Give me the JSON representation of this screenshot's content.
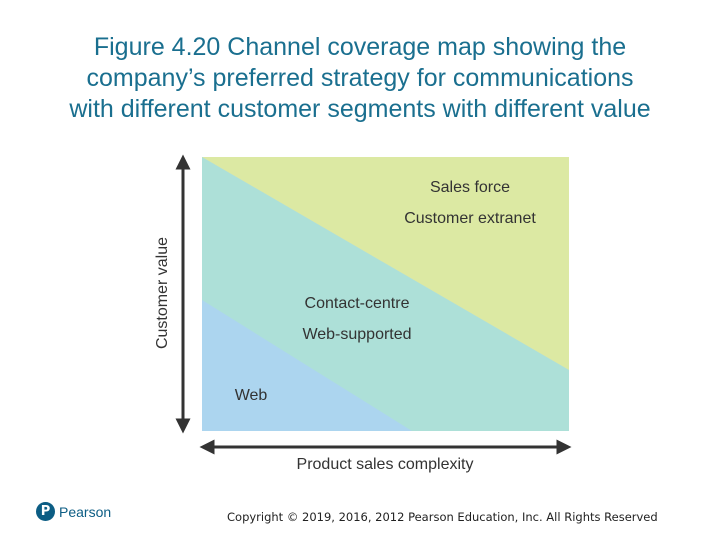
{
  "title": {
    "lines": [
      "Figure 4.20 Channel coverage map showing the",
      "company’s preferred strategy for communications",
      "with different customer segments with different value"
    ]
  },
  "diagram": {
    "y_axis_label": "Customer value",
    "x_axis_label": "Product sales complexity",
    "zones": {
      "top": {
        "color": "#dce9a3",
        "labels": [
          "Sales force",
          "Customer extranet"
        ]
      },
      "middle": {
        "color": "#ade0d8",
        "labels": [
          "Contact-centre",
          "Web-supported"
        ]
      },
      "bottom": {
        "color": "#acd5ef",
        "labels": [
          "Web"
        ]
      }
    }
  },
  "footer": {
    "brand": "Pearson",
    "brand_mark": "P",
    "copyright": "Copyright © 2019, 2016, 2012 Pearson Education, Inc. All Rights Reserved"
  }
}
